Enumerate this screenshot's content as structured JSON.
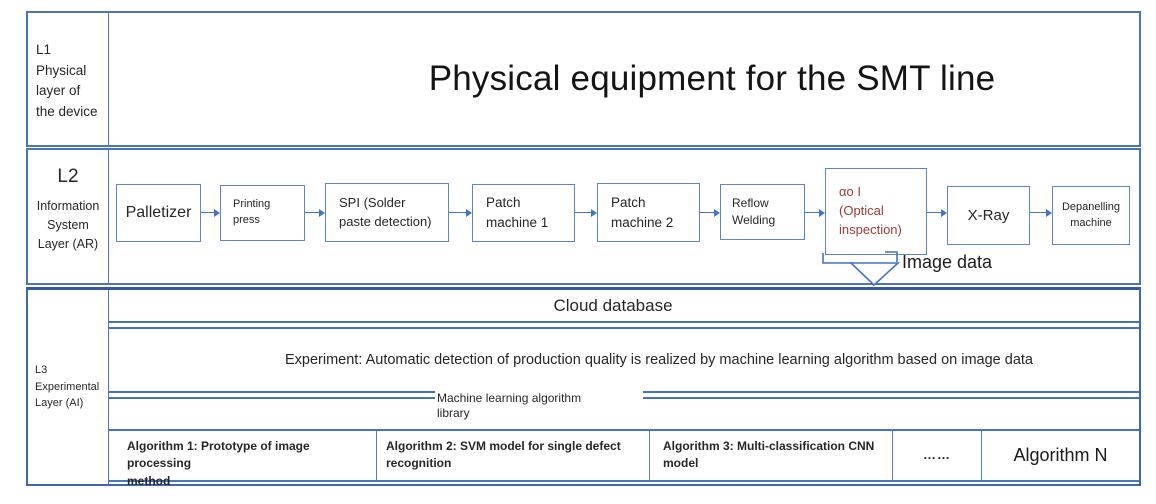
{
  "colors": {
    "band_border": "#4a76b8",
    "line_blue": "#4472c4",
    "box_border": "#5b87c5",
    "dark_line": "#35599c",
    "red_text": "#9e3a33",
    "background": "#ffffff"
  },
  "layers": {
    "l1": {
      "side_label": "L1\nPhysical\nlayer of\nthe device",
      "title": "Physical equipment for the SMT line"
    },
    "l2": {
      "side_label_top": "L2",
      "side_label": "Information\nSystem\nLayer (AR)"
    },
    "l3": {
      "side_label": "L3\nExperimental\nLayer (AI)"
    }
  },
  "flow": {
    "boxes": [
      {
        "label": "Palletizer"
      },
      {
        "label": "Printing\npress"
      },
      {
        "label": "SPI (Solder\npaste detection)"
      },
      {
        "label": "Patch\nmachine 1"
      },
      {
        "label": "Patch\nmachine 2"
      },
      {
        "label": "Reflow\nWelding"
      },
      {
        "label": "αo I\n(Optical\ninspection)"
      },
      {
        "label": "X-Ray"
      },
      {
        "label": "Depanelling\nmachine"
      }
    ],
    "image_data_label": "Image data"
  },
  "experimental": {
    "cloud_title": "Cloud database",
    "experiment_text": "Experiment: Automatic detection of production quality is realized by machine learning algorithm based on image data",
    "ml_library_label": "Machine learning algorithm\nlibrary",
    "algorithms": [
      {
        "label": "Algorithm 1: Prototype of image processing\nmethod"
      },
      {
        "label": "Algorithm 2: SVM model for single defect\nrecognition"
      },
      {
        "label": "Algorithm 3: Multi-classification CNN\nmodel"
      },
      {
        "label": "……"
      },
      {
        "label": "Algorithm N"
      }
    ]
  }
}
